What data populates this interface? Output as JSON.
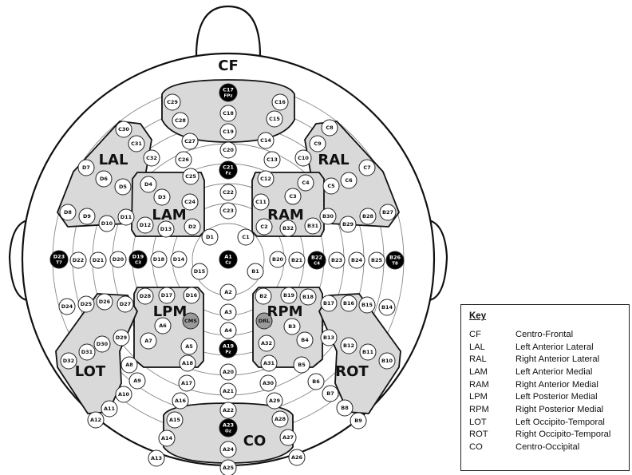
{
  "title": "CF",
  "key": {
    "title": "Key",
    "entries": [
      {
        "code": "CF",
        "desc": "Centro-Frontal"
      },
      {
        "code": "LAL",
        "desc": "Left Anterior Lateral"
      },
      {
        "code": "RAL",
        "desc": "Right Anterior Lateral"
      },
      {
        "code": "LAM",
        "desc": "Left Anterior Medial"
      },
      {
        "code": "RAM",
        "desc": "Right Anterior Medial"
      },
      {
        "code": "LPM",
        "desc": "Left Posterior Medial"
      },
      {
        "code": "RPM",
        "desc": "Right Posterior Medial"
      },
      {
        "code": "LOT",
        "desc": "Left Occipito-Temporal"
      },
      {
        "code": "ROT",
        "desc": "Right Occipito-Temporal"
      },
      {
        "code": "CO",
        "desc": "Centro-Occipital"
      }
    ]
  },
  "regions": [
    "LAL",
    "RAL",
    "LAM",
    "RAM",
    "LPM",
    "RPM",
    "LOT",
    "ROT",
    "CO"
  ],
  "electrodes": {
    "white": [
      "A2",
      "A3",
      "A4",
      "A5",
      "A6",
      "A7",
      "A8",
      "A9",
      "A10",
      "A11",
      "A12",
      "A13",
      "A14",
      "A15",
      "A16",
      "A17",
      "A18",
      "A20",
      "A21",
      "A22",
      "A24",
      "A25",
      "A26",
      "A27",
      "A28",
      "A29",
      "A30",
      "A31",
      "A32",
      "B1",
      "B2",
      "B3",
      "B4",
      "B5",
      "B6",
      "B7",
      "B8",
      "B9",
      "B10",
      "B11",
      "B12",
      "B13",
      "B14",
      "B15",
      "B16",
      "B17",
      "B18",
      "B19",
      "B20",
      "B21",
      "B23",
      "B24",
      "B25",
      "B27",
      "B28",
      "B29",
      "B30",
      "B31",
      "B32",
      "C1",
      "C2",
      "C3",
      "C4",
      "C5",
      "C6",
      "C7",
      "C8",
      "C9",
      "C10",
      "C11",
      "C12",
      "C13",
      "C14",
      "C15",
      "C16",
      "C18",
      "C19",
      "C20",
      "C22",
      "C23",
      "C24",
      "C25",
      "C26",
      "C27",
      "C28",
      "C29",
      "C30",
      "C31",
      "C32",
      "D1",
      "D2",
      "D3",
      "D4",
      "D5",
      "D6",
      "D7",
      "D8",
      "D9",
      "D10",
      "D11",
      "D12",
      "D13",
      "D14",
      "D15",
      "D16",
      "D17",
      "D18",
      "D20",
      "D21",
      "D22",
      "D24",
      "D25",
      "D26",
      "D27",
      "D28",
      "D29",
      "D30",
      "D31",
      "D32"
    ],
    "black": [
      {
        "id": "A1",
        "sub": "Cz"
      },
      {
        "id": "A19",
        "sub": "Pz"
      },
      {
        "id": "A23",
        "sub": "Oz"
      },
      {
        "id": "B22",
        "sub": "C4"
      },
      {
        "id": "B26",
        "sub": "T8"
      },
      {
        "id": "C17",
        "sub": "FPz"
      },
      {
        "id": "C21",
        "sub": "Fz"
      },
      {
        "id": "D19",
        "sub": "C3"
      },
      {
        "id": "D23",
        "sub": "T7"
      }
    ],
    "gray": [
      "CMS",
      "DRL"
    ]
  }
}
